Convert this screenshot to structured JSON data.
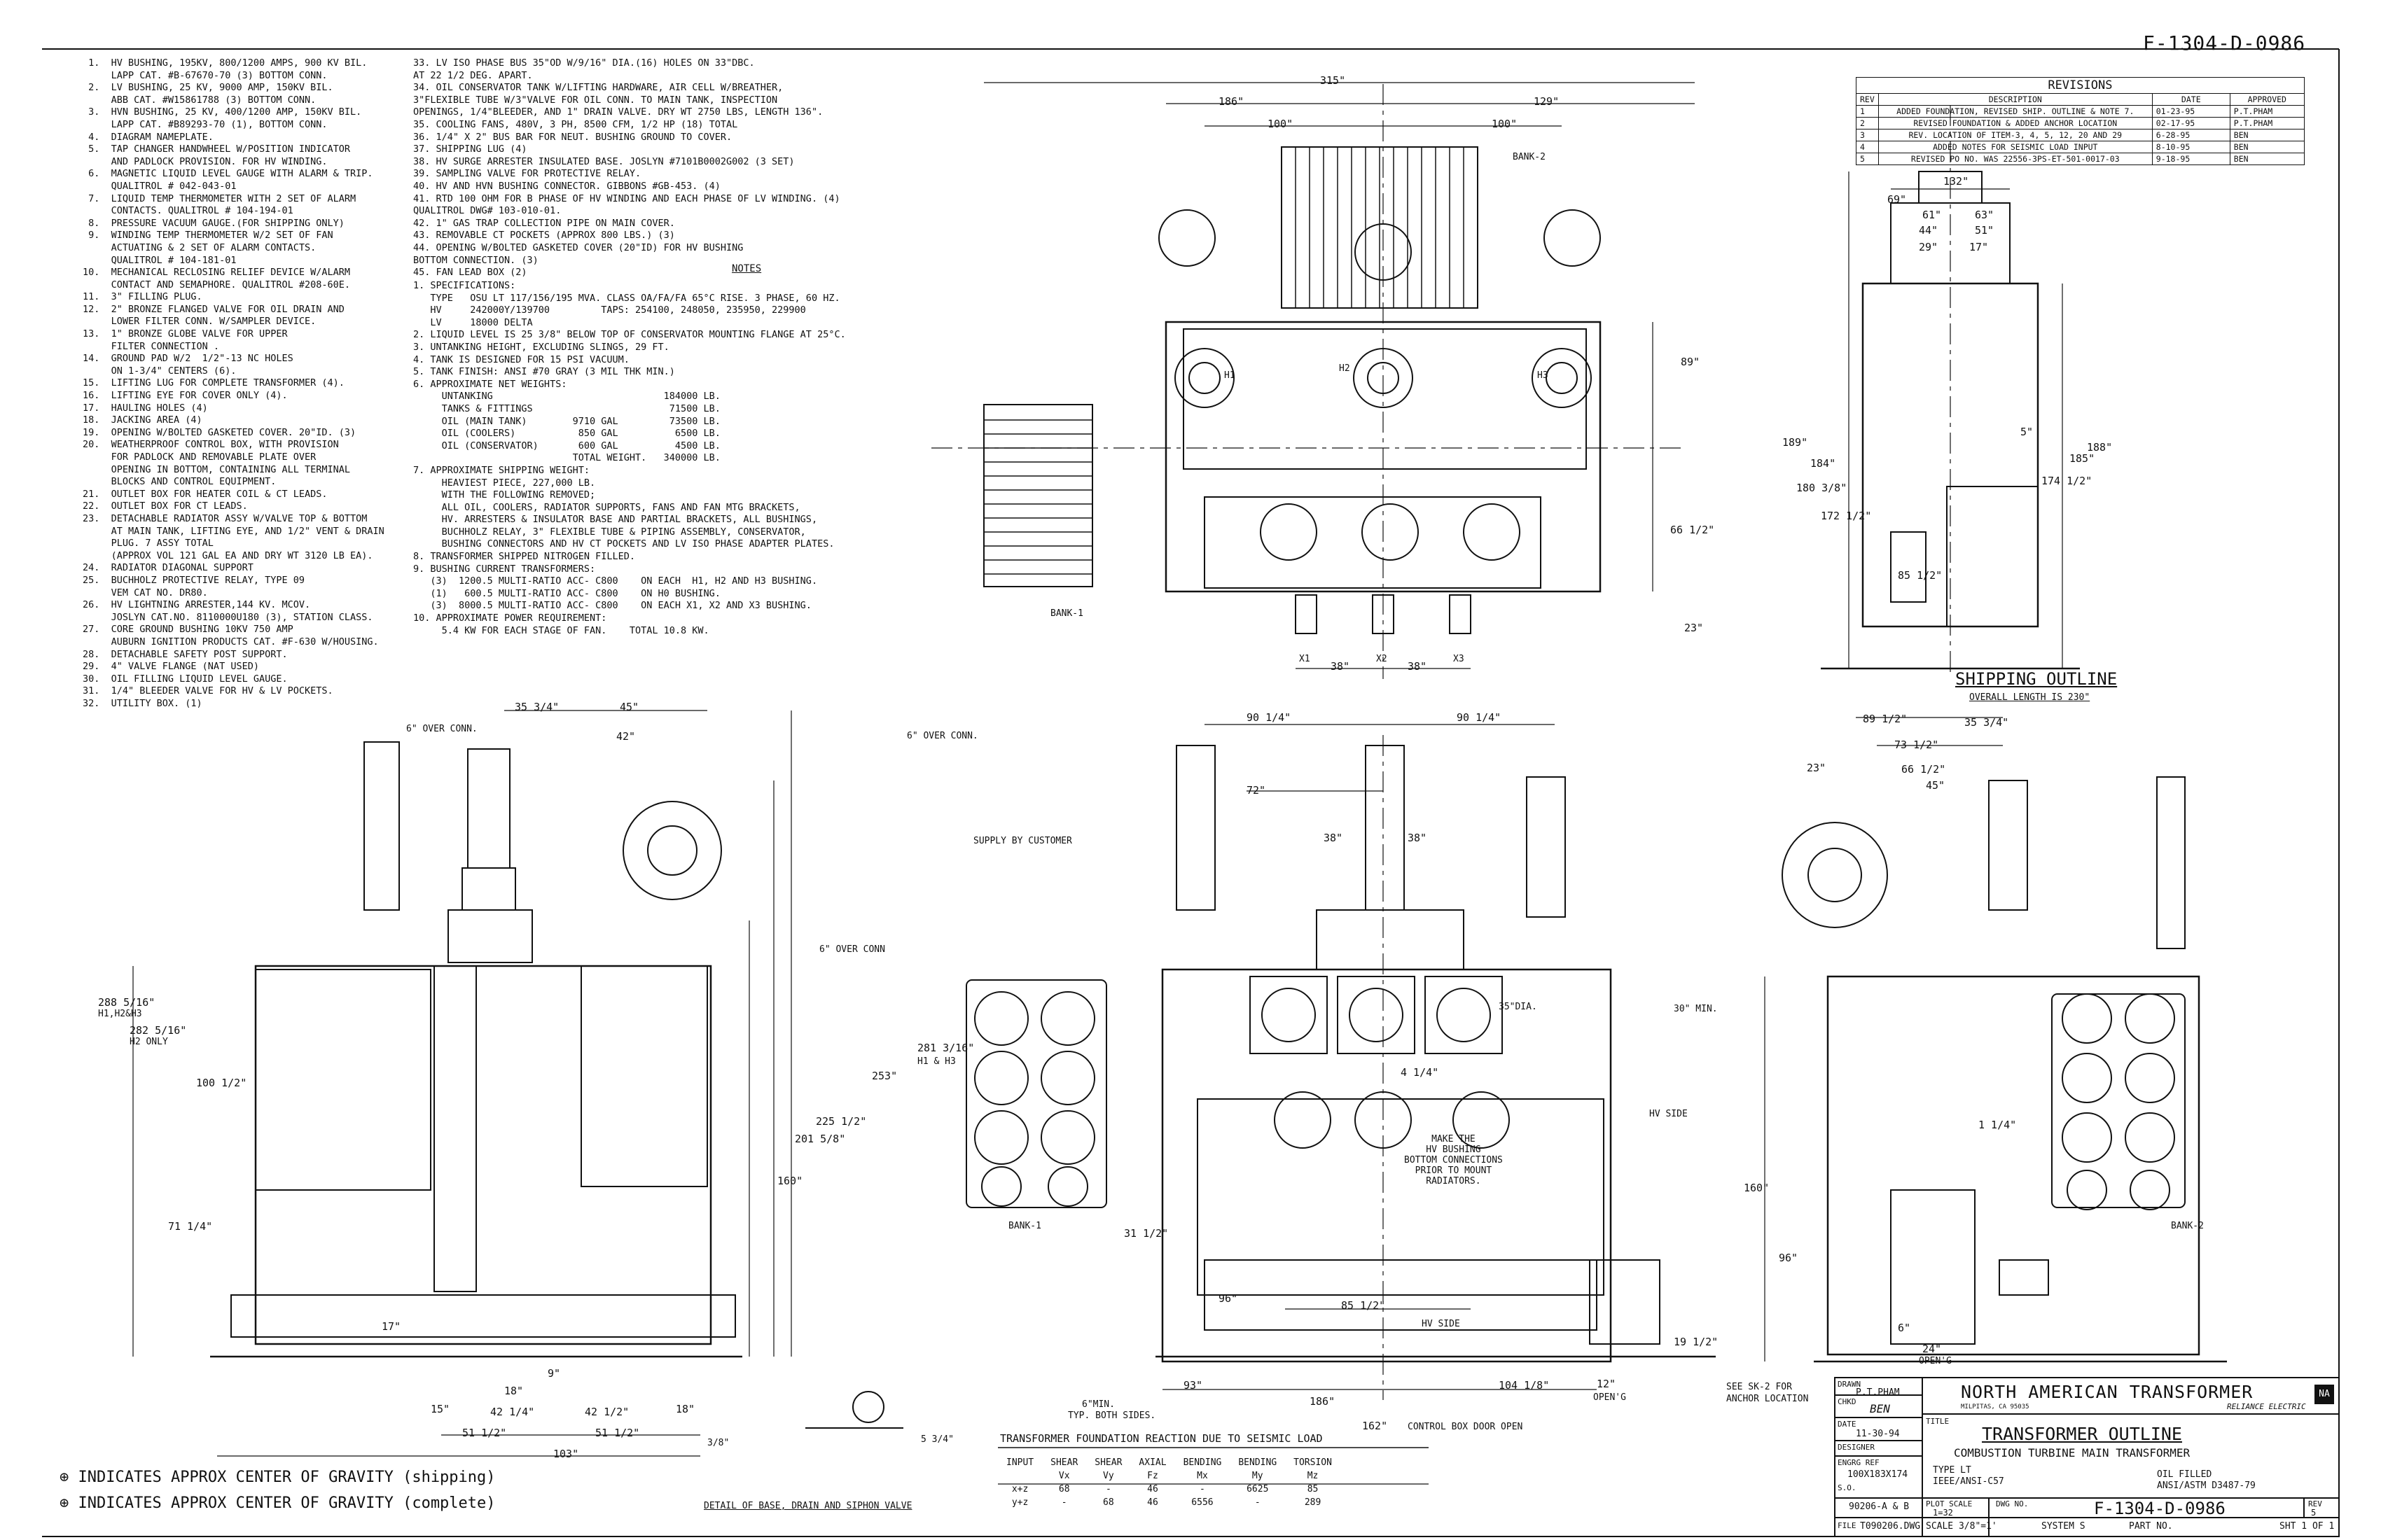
{
  "drawing_number_top": "F-1304-D-0986",
  "notes_left": [
    " 1.  HV BUSHING, 195KV, 800/1200 AMPS, 900 KV BIL.",
    "     LAPP CAT. #B-67670-70 (3) BOTTOM CONN.",
    " 2.  LV BUSHING, 25 KV, 9000 AMP, 150KV BIL.",
    "     ABB CAT. #W15861788 (3) BOTTOM CONN.",
    " 3.  HVN BUSHING, 25 KV, 400/1200 AMP, 150KV BIL.",
    "     LAPP CAT. #B89293-70 (1), BOTTOM CONN.",
    " 4.  DIAGRAM NAMEPLATE.",
    " 5.  TAP CHANGER HANDWHEEL W/POSITION INDICATOR",
    "     AND PADLOCK PROVISION. FOR HV WINDING.",
    " 6.  MAGNETIC LIQUID LEVEL GAUGE WITH ALARM & TRIP.",
    "     QUALITROL # 042-043-01",
    " 7.  LIQUID TEMP THERMOMETER WITH 2 SET OF ALARM",
    "     CONTACTS. QUALITROL # 104-194-01",
    " 8.  PRESSURE VACUUM GAUGE.(FOR SHIPPING ONLY)",
    " 9.  WINDING TEMP THERMOMETER W/2 SET OF FAN",
    "     ACTUATING & 2 SET OF ALARM CONTACTS.",
    "     QUALITROL # 104-181-01",
    "10.  MECHANICAL RECLOSING RELIEF DEVICE W/ALARM",
    "     CONTACT AND SEMAPHORE. QUALITROL #208-60E.",
    "11.  3\" FILLING PLUG.",
    "12.  2\" BRONZE FLANGED VALVE FOR OIL DRAIN AND",
    "     LOWER FILTER CONN. W/SAMPLER DEVICE.",
    "13.  1\" BRONZE GLOBE VALVE FOR UPPER",
    "     FILTER CONNECTION .",
    "14.  GROUND PAD W/2  1/2\"-13 NC HOLES",
    "     ON 1-3/4\" CENTERS (6).",
    "15.  LIFTING LUG FOR COMPLETE TRANSFORMER (4).",
    "16.  LIFTING EYE FOR COVER ONLY (4).",
    "17.  HAULING HOLES (4)",
    "18.  JACKING AREA (4)",
    "19.  OPENING W/BOLTED GASKETED COVER. 20\"ID. (3)",
    "20.  WEATHERPROOF CONTROL BOX, WITH PROVISION",
    "     FOR PADLOCK AND REMOVABLE PLATE OVER",
    "     OPENING IN BOTTOM, CONTAINING ALL TERMINAL",
    "     BLOCKS AND CONTROL EQUIPMENT.",
    "21.  OUTLET BOX FOR HEATER COIL & CT LEADS.",
    "22.  OUTLET BOX FOR CT LEADS.",
    "23.  DETACHABLE RADIATOR ASSY W/VALVE TOP & BOTTOM",
    "     AT MAIN TANK, LIFTING EYE, AND 1/2\" VENT & DRAIN",
    "     PLUG. 7 ASSY TOTAL",
    "     (APPROX VOL 121 GAL EA AND DRY WT 3120 LB EA).",
    "24.  RADIATOR DIAGONAL SUPPORT",
    "25.  BUCHHOLZ PROTECTIVE RELAY, TYPE 09",
    "     VEM CAT NO. DR80.",
    "26.  HV LIGHTNING ARRESTER,144 KV. MCOV.",
    "     JOSLYN CAT.NO. 8110000U180 (3), STATION CLASS.",
    "27.  CORE GROUND BUSHING 10KV 750 AMP",
    "     AUBURN IGNITION PRODUCTS CAT. #F-630 W/HOUSING.",
    "28.  DETACHABLE SAFETY POST SUPPORT.",
    "29.  4\" VALVE FLANGE (NAT USED)",
    "30.  OIL FILLING LIQUID LEVEL GAUGE.",
    "31.  1/4\" BLEEDER VALVE FOR HV & LV POCKETS.",
    "32.  UTILITY BOX. (1)"
  ],
  "notes_right": [
    "33.  LV ISO PHASE BUS 35\"OD W/9/16\" DIA.(16) HOLES ON 33\"DBC.",
    "     AT 22 1/2 DEG. APART.",
    "34.  OIL CONSERVATOR TANK W/LIFTING HARDWARE, AIR CELL W/BREATHER,",
    "     3\"FLEXIBLE TUBE W/3\"VALVE FOR OIL CONN. TO MAIN TANK, INSPECTION",
    "     OPENINGS, 1/4\"BLEEDER, AND 1\" DRAIN VALVE. DRY WT 2750 LBS, LENGTH 136\".",
    "35.  COOLING FANS, 480V, 3 PH, 8500 CFM, 1/2 HP (18) TOTAL",
    "36.  1/4\" X 2\" BUS BAR FOR NEUT. BUSHING GROUND TO COVER.",
    "37.  SHIPPING LUG (4)",
    "38.  HV SURGE ARRESTER INSULATED BASE. JOSLYN #7101B0002G002 (3 SET)",
    "39.  SAMPLING VALVE FOR PROTECTIVE RELAY.",
    "40.  HV AND HVN BUSHING CONNECTOR. GIBBONS #GB-453. (4)",
    "41.  RTD 100 OHM FOR B PHASE OF HV WINDING AND EACH PHASE OF LV WINDING. (4)",
    "     QUALITROL  DWG# 103-010-01.",
    "42.  1\" GAS TRAP COLLECTION PIPE ON MAIN COVER.",
    "43.  REMOVABLE CT POCKETS (APPROX 800 LBS.) (3)",
    "44.  OPENING W/BOLTED GASKETED COVER (20\"ID) FOR HV BUSHING",
    "     BOTTOM CONNECTION.  (3)",
    "45.  FAN LEAD BOX (2)"
  ],
  "notes_heading": "NOTES",
  "spec_lines": [
    "1. SPECIFICATIONS:",
    "   TYPE   OSU LT 117/156/195 MVA. CLASS OA/FA/FA 65°C RISE. 3 PHASE, 60 HZ.",
    "   HV     242000Y/139700         TAPS: 254100, 248050, 235950, 229900",
    "   LV     18000 DELTA",
    "2. LIQUID LEVEL IS 25 3/8\" BELOW TOP OF CONSERVATOR MOUNTING FLANGE AT 25°C.",
    "3. UNTANKING HEIGHT, EXCLUDING SLINGS, 29 FT.",
    "4. TANK IS DESIGNED FOR 15 PSI VACUUM.",
    "5. TANK FINISH: ANSI #70 GRAY (3 MIL THK MIN.)",
    "6. APPROXIMATE NET WEIGHTS:",
    "     UNTANKING                              184000 LB.",
    "     TANKS & FITTINGS                        71500 LB.",
    "     OIL (MAIN TANK)        9710 GAL         73500 LB.",
    "     OIL (COOLERS)           850 GAL          6500 LB.",
    "     OIL (CONSERVATOR)       600 GAL          4500 LB.",
    "                            TOTAL WEIGHT.   340000 LB.",
    "7. APPROXIMATE SHIPPING WEIGHT:",
    "     HEAVIEST PIECE, 227,000 LB.",
    "     WITH THE FOLLOWING REMOVED;",
    "     ALL OIL, COOLERS, RADIATOR SUPPORTS, FANS AND FAN MTG BRACKETS,",
    "     HV. ARRESTERS & INSULATOR BASE AND PARTIAL BRACKETS, ALL BUSHINGS,",
    "     BUCHHOLZ RELAY, 3\" FLEXIBLE TUBE & PIPING ASSEMBLY, CONSERVATOR,",
    "     BUSHING CONNECTORS AND HV CT POCKETS AND LV ISO PHASE ADAPTER PLATES.",
    "8. TRANSFORMER SHIPPED NITROGEN FILLED.",
    "9. BUSHING CURRENT TRANSFORMERS:",
    "   (3)  1200.5 MULTI-RATIO ACC- C800    ON EACH  H1, H2 AND H3 BUSHING.",
    "   (1)   600.5 MULTI-RATIO ACC- C800    ON H0 BUSHING.",
    "   (3)  8000.5 MULTI-RATIO ACC- C800    ON EACH X1, X2 AND X3 BUSHING.",
    "",
    "10. APPROXIMATE POWER REQUIREMENT:",
    "     5.4 KW FOR EACH STAGE OF FAN.    TOTAL 10.8 KW."
  ],
  "revisions": {
    "title": "REVISIONS",
    "headers": [
      "REV",
      "DESCRIPTION",
      "DATE",
      "APPROVED"
    ],
    "rows": [
      [
        "1",
        "ADDED FOUNDATION, REVISED SHIP. OUTLINE & NOTE 7.",
        "01-23-95",
        "P.T.PHAM"
      ],
      [
        "2",
        "REVISED FOUNDATION & ADDED ANCHOR LOCATION",
        "02-17-95",
        "P.T.PHAM"
      ],
      [
        "3",
        "REV. LOCATION OF ITEM-3, 4, 5, 12, 20 AND 29",
        "6-28-95",
        "BEN"
      ],
      [
        "4",
        "ADDED NOTES FOR SEISMIC LOAD INPUT",
        "8-10-95",
        "BEN"
      ],
      [
        "5",
        "REVISED PO NO. WAS 22556-3PS-ET-501-0017-03",
        "9-18-95",
        "BEN"
      ]
    ]
  },
  "shipping_outline": {
    "title": "SHIPPING OUTLINE",
    "subtitle": "OVERALL LENGTH IS 230\"",
    "dims": [
      "132\"",
      "69\"",
      "63\"",
      "61\"",
      "44\"",
      "51\"",
      "29\"",
      "17\"",
      "5\"",
      "189\"",
      "184\"",
      "180 3/8\"",
      "172 1/2\"",
      "185\"",
      "188\"",
      "174 1/2\"",
      "85 1/2\""
    ]
  },
  "top_view": {
    "dims": [
      "315\"",
      "186\"",
      "129\"",
      "100\"",
      "100\"",
      "89\"",
      "66 1/2\"",
      "23\"",
      "38\"",
      "38\""
    ],
    "labels": [
      "BANK-1",
      "BANK-2",
      "H1",
      "H2",
      "H3",
      "X1",
      "X2",
      "X3"
    ]
  },
  "front_view": {
    "dims": [
      "90 1/4\"",
      "90 1/4\"",
      "72\"",
      "38\"",
      "38\"",
      "4 1/4\"",
      "31 1/2\"",
      "96\"",
      "85 1/2\"",
      "93\"",
      "186\"",
      "104 1/8\"",
      "19 1/2\"",
      "12\"",
      "162\""
    ],
    "labels": [
      "6\" OVER CONN.",
      "SUPPLY BY CUSTOMER",
      "BANK-1",
      "35\"DIA.",
      "30\" MIN.",
      "HV SIDE",
      "HV SIDE",
      "OPEN'G",
      "CONTROL BOX DOOR OPEN",
      "6\"MIN.",
      "TYP. BOTH SIDES."
    ],
    "callout": [
      "MAKE THE",
      "HV BUSHING",
      "BOTTOM CONNECTIONS",
      "PRIOR TO MOUNT",
      "RADIATORS."
    ]
  },
  "left_view": {
    "dims": [
      "35 3/4\"",
      "45\"",
      "42\"",
      "288 5/16\"",
      "H1,H2&H3",
      "282 5/16\"",
      "H2 ONLY",
      "100 1/2\"",
      "253\"",
      "225 1/2\"",
      "201 5/8\"",
      "160\"",
      "71 1/4\"",
      "17\"",
      "15\"",
      "18\"",
      "9\"",
      "42 1/4\"",
      "42 1/2\"",
      "51 1/2\"",
      "51 1/2\"",
      "103\"",
      "3/8\"",
      "5 3/4\"",
      "18\""
    ],
    "labels": [
      "6\" OVER CONN.",
      "6\" OVER CONN",
      "DETAIL OF BASE, DRAIN AND SIPHON VALVE"
    ]
  },
  "right_view": {
    "dims": [
      "89 1/2\"",
      "73 1/2\"",
      "66 1/2\"",
      "45\"",
      "35 3/4\"",
      "23\"",
      "281 3/16\"",
      "H1 & H3",
      "1 1/4\"",
      "160\"",
      "96\"",
      "6\"",
      "24\""
    ],
    "labels": [
      "BANK-2",
      "OPEN'G",
      "SEE SK-2 FOR",
      "ANCHOR LOCATION"
    ]
  },
  "legend": [
    "INDICATES APPROX CENTER OF GRAVITY   (shipping)",
    "INDICATES APPROX CENTER OF GRAVITY   (complete)"
  ],
  "seismic": {
    "title": "TRANSFORMER FOUNDATION REACTION DUE TO SEISMIC LOAD",
    "headers": [
      "INPUT",
      "SHEAR",
      "SHEAR",
      "AXIAL",
      "BENDING",
      "BENDING",
      "TORSION"
    ],
    "subheaders": [
      "",
      "Vx",
      "Vy",
      "Fz",
      "Mx",
      "My",
      "Mz"
    ],
    "rows": [
      [
        "x+z",
        "68",
        "-",
        "46",
        "-",
        "6625",
        "85"
      ],
      [
        "y+z",
        "-",
        "68",
        "46",
        "6556",
        "-",
        "289"
      ]
    ]
  },
  "title_block": {
    "drawn_label": "DRAWN",
    "drawn": "P.T.PHAM",
    "chkd_label": "CHKD",
    "chkd": "BEN",
    "date_label": "DATE",
    "date": "11-30-94",
    "designer_label": "DESIGNER",
    "engrg_label": "ENGRG REF",
    "engrg": "100X183X174",
    "so_label": "S.O.",
    "so": "90206-A & B",
    "file_label": "FILE",
    "file": "T090206.DWG",
    "company": "NORTH AMERICAN TRANSFORMER",
    "company_sub": "RELIANCE ELECTRIC",
    "company_loc": "MILPITAS, CA 95035",
    "title_label": "TITLE",
    "title": "TRANSFORMER OUTLINE",
    "subtitle": "COMBUSTION TURBINE MAIN TRANSFORMER",
    "type_label": "TYPE  LT",
    "std": "IEEE/ANSI-C57",
    "oil": "OIL FILLED",
    "astm": "ANSI/ASTM D3487-79",
    "plot_scale_label": "PLOT SCALE",
    "plot_scale": "1=32",
    "dwg_no_label": "DWG NO.",
    "dwg_no": "F-1304-D-0986",
    "rev_label": "REV",
    "rev": "5",
    "scale_text": "SCALE 3/8\"=1'",
    "system_text": "SYSTEM S",
    "part_text": "PART NO.",
    "sht_text": "SHT 1 OF 1"
  }
}
